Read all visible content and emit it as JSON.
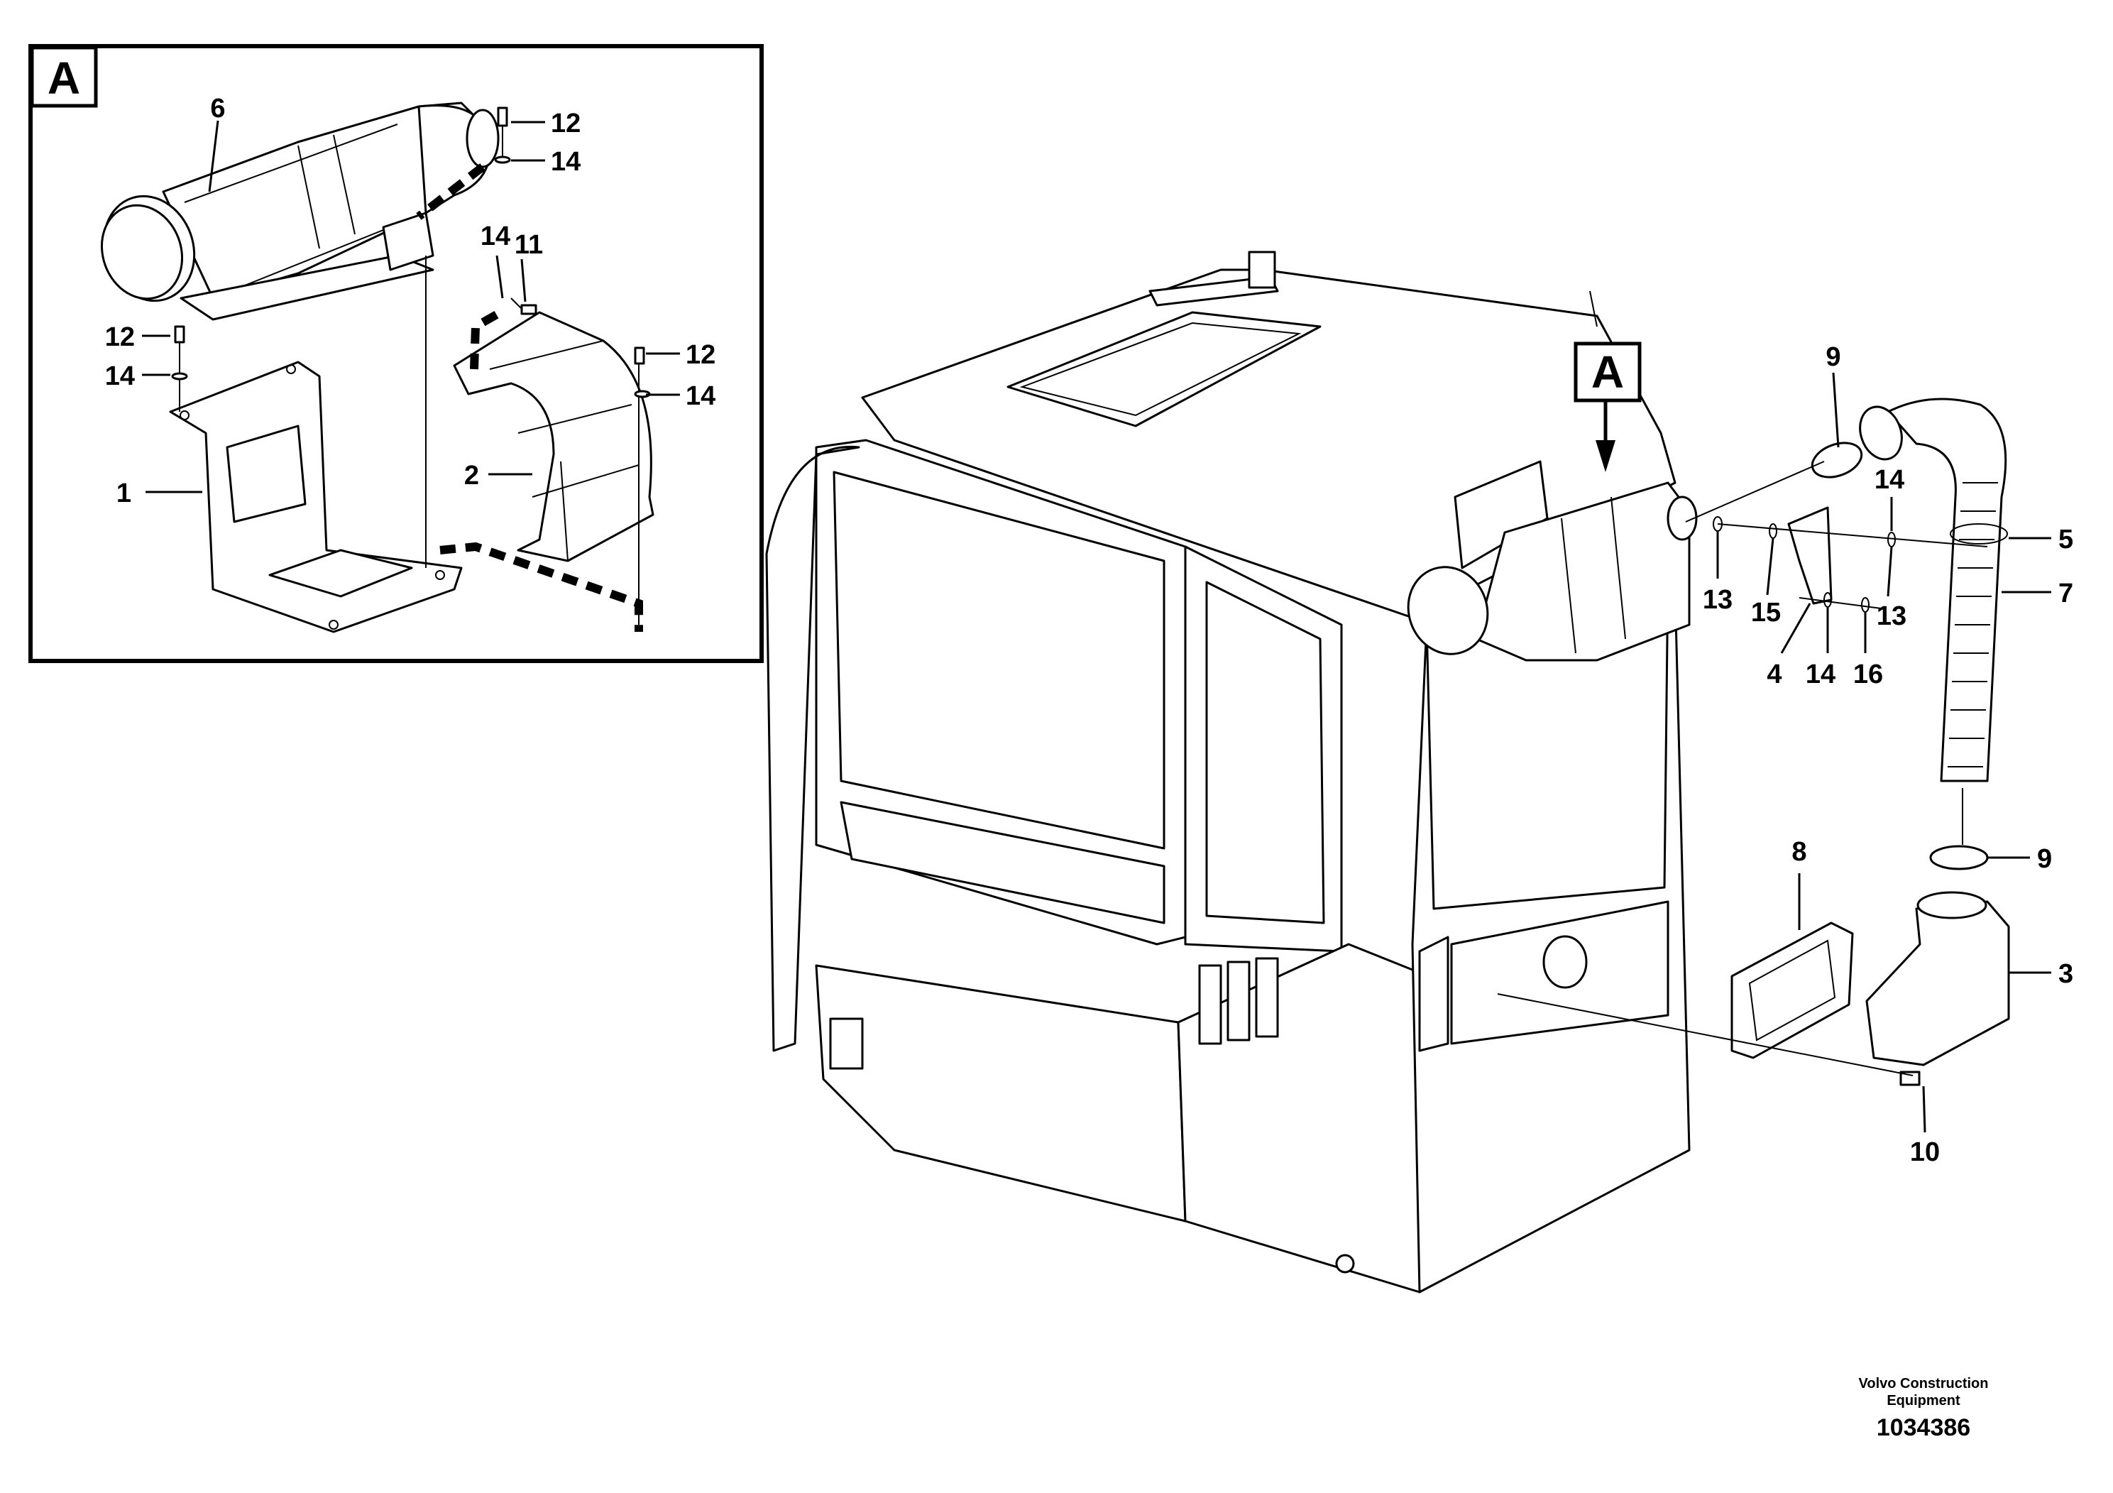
{
  "detail_view": {
    "marker": "A",
    "labels": [
      "6",
      "12",
      "14",
      "14",
      "11",
      "12",
      "14",
      "12",
      "14",
      "1",
      "2"
    ]
  },
  "main_view": {
    "marker": "A",
    "labels": [
      "9",
      "14",
      "5",
      "7",
      "13",
      "15",
      "13",
      "4",
      "14",
      "16",
      "8",
      "9",
      "3",
      "10"
    ]
  },
  "footer": {
    "company_line1": "Volvo Construction",
    "company_line2": "Equipment",
    "drawing_number": "1034386"
  }
}
